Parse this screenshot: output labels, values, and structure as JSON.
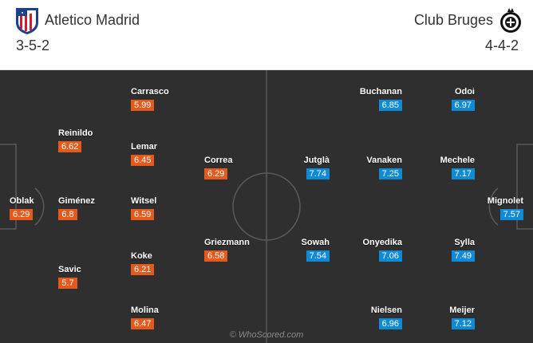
{
  "header": {
    "home": {
      "name": "Atletico Madrid",
      "formation": "3-5-2",
      "crest_icon": "atletico-madrid-crest-icon"
    },
    "away": {
      "name": "Club Bruges",
      "formation": "4-4-2",
      "crest_icon": "club-bruges-crest-icon"
    }
  },
  "colors": {
    "home_rating": "#e55a1c",
    "away_rating": "#0f8ad6",
    "pitch": "#2f2f2f",
    "lines": "#5a5a5a"
  },
  "home_players": [
    {
      "id": "oblak",
      "name": "Oblak",
      "rating": "6.29"
    },
    {
      "id": "reinildo",
      "name": "Reinildo",
      "rating": "6.62"
    },
    {
      "id": "gimenez",
      "name": "Giménez",
      "rating": "6.8"
    },
    {
      "id": "savic",
      "name": "Savic",
      "rating": "5.7"
    },
    {
      "id": "carrasco",
      "name": "Carrasco",
      "rating": "5.99"
    },
    {
      "id": "lemar",
      "name": "Lemar",
      "rating": "6.45"
    },
    {
      "id": "witsel",
      "name": "Witsel",
      "rating": "6.59"
    },
    {
      "id": "koke",
      "name": "Koke",
      "rating": "6.21"
    },
    {
      "id": "molina",
      "name": "Molina",
      "rating": "6.47"
    },
    {
      "id": "correa",
      "name": "Correa",
      "rating": "6.29"
    },
    {
      "id": "griezmann",
      "name": "Griezmann",
      "rating": "6.58"
    }
  ],
  "away_players": [
    {
      "id": "jutgla",
      "name": "Jutglà",
      "rating": "7.74"
    },
    {
      "id": "sowah",
      "name": "Sowah",
      "rating": "7.54"
    },
    {
      "id": "buchanan",
      "name": "Buchanan",
      "rating": "6.85"
    },
    {
      "id": "vanaken",
      "name": "Vanaken",
      "rating": "7.25"
    },
    {
      "id": "onyedika",
      "name": "Onyedika",
      "rating": "7.06"
    },
    {
      "id": "nielsen",
      "name": "Nielsen",
      "rating": "6.96"
    },
    {
      "id": "odoi",
      "name": "Odoi",
      "rating": "6.97"
    },
    {
      "id": "mechele",
      "name": "Mechele",
      "rating": "7.17"
    },
    {
      "id": "sylla",
      "name": "Sylla",
      "rating": "7.49"
    },
    {
      "id": "meijer",
      "name": "Meijer",
      "rating": "7.12"
    },
    {
      "id": "mignolet",
      "name": "Mignolet",
      "rating": "7.57"
    }
  ],
  "watermark": "© WhoScored.com"
}
